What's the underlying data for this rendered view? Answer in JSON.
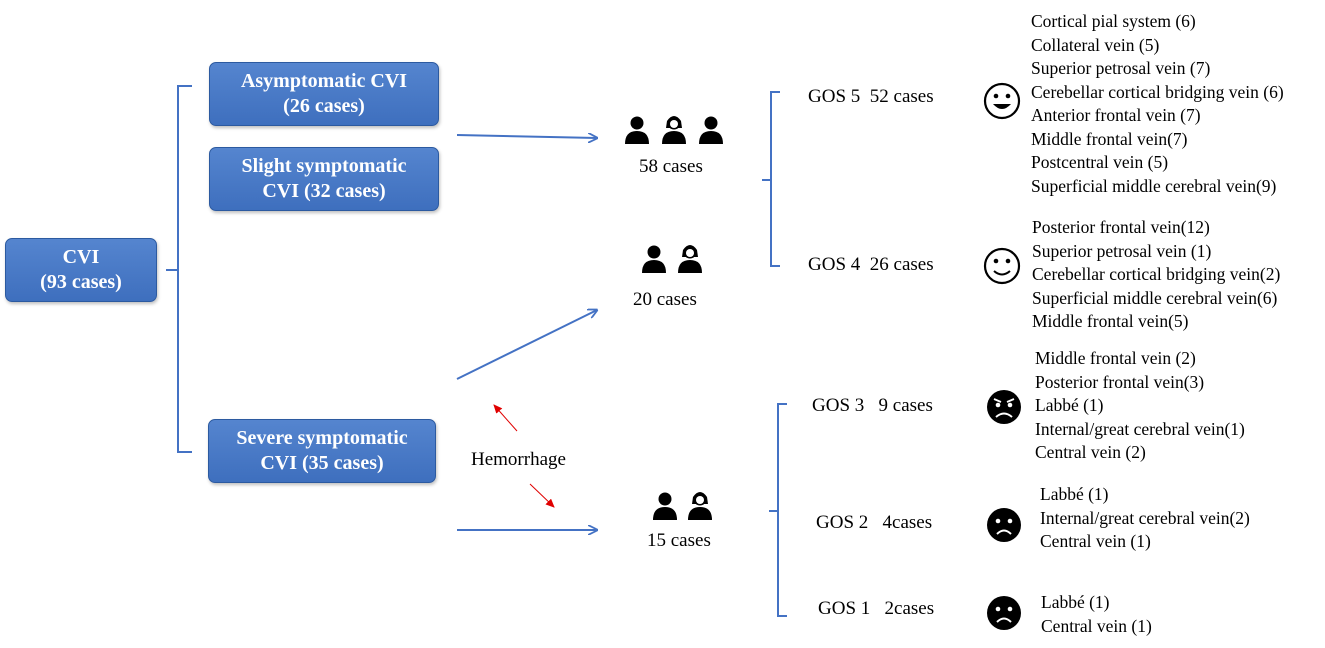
{
  "colors": {
    "box": "#4472c4",
    "arrow": "#4472c4",
    "hemorrhage_arrow": "#e00000"
  },
  "root": {
    "line1": "CVI",
    "line2": "(93 cases)"
  },
  "groups": {
    "asymptomatic": {
      "line1": "Asymptomatic CVI",
      "line2": "(26 cases)"
    },
    "slight": {
      "line1": "Slight symptomatic",
      "line2": "CVI (32 cases)"
    },
    "severe": {
      "line1": "Severe symptomatic",
      "line2": "CVI (35 cases)"
    }
  },
  "hemorrhage_label": "Hemorrhage",
  "cohorts": {
    "a": {
      "label": "58 cases",
      "icons": [
        "person-male-icon",
        "person-female-icon",
        "person-male-icon"
      ]
    },
    "b": {
      "label": "20 cases",
      "icons": [
        "person-male-icon",
        "person-female-icon"
      ]
    },
    "c": {
      "label": "15 cases",
      "icons": [
        "person-male-icon",
        "person-female-icon"
      ]
    }
  },
  "outcomes": [
    {
      "grade": "GOS 5",
      "cases": "52 cases",
      "face": "smile-face-icon",
      "veins": [
        "Cortical pial system (6)",
        "Collateral vein (5)",
        "Superior petrosal vein (7)",
        "Cerebellar cortical bridging vein (6)",
        "Anterior frontal vein (7)",
        "Middle frontal vein(7)",
        "Postcentral vein (5)",
        "Superficial middle cerebral vein(9)"
      ]
    },
    {
      "grade": "GOS 4",
      "cases": "26 cases",
      "face": "slight-smile-face-icon",
      "veins": [
        "Posterior frontal vein(12)",
        "Superior petrosal vein (1)",
        "Cerebellar cortical bridging vein(2)",
        "Superficial middle cerebral vein(6)",
        "Middle frontal vein(5)"
      ]
    },
    {
      "grade": "GOS 3",
      "cases": "9 cases",
      "face": "worried-face-icon",
      "veins": [
        "Middle frontal vein (2)",
        "Posterior frontal vein(3)",
        "Labbé (1)",
        "Internal/great cerebral vein(1)",
        "Central vein (2)"
      ]
    },
    {
      "grade": "GOS 2",
      "cases": "4cases",
      "face": "frown-face-icon",
      "veins": [
        "Labbé (1)",
        "Internal/great cerebral vein(2)",
        "Central vein (1)"
      ]
    },
    {
      "grade": "GOS 1",
      "cases": "2cases",
      "face": "frown-face-icon",
      "veins": [
        "Labbé (1)",
        "Central vein (1)"
      ]
    }
  ]
}
